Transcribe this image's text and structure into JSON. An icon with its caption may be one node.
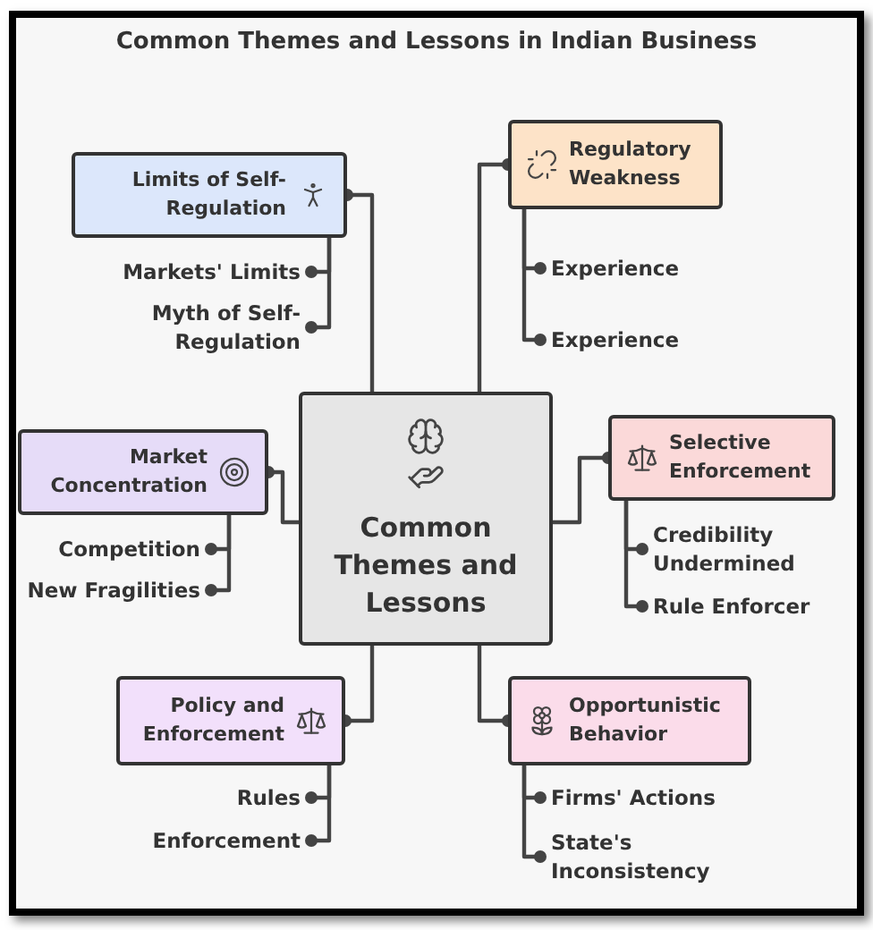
{
  "diagram": {
    "title": "Common Themes and Lessons in Indian Business",
    "nodes": [
      {
        "text": [
          "Common Themes and Lessons"
        ]
      },
      {
        "text": [
          "Limits of Self-Regulation"
        ]
      },
      {
        "text": [
          "Markets' Limits"
        ]
      },
      {
        "text": [
          "Myth of Self-Regulation"
        ]
      },
      {
        "text": [
          "Regulatory Weakness"
        ]
      },
      {
        "text": [
          "Experience"
        ]
      },
      {
        "text": [
          "Experience"
        ]
      },
      {
        "text": [
          "Market Concentration"
        ]
      },
      {
        "text": [
          "Competition"
        ]
      },
      {
        "text": [
          "New Fragilities"
        ]
      },
      {
        "text": [
          "Selective Enforcement"
        ]
      },
      {
        "text": [
          "Credibility Undermined"
        ]
      },
      {
        "text": [
          "Rule Enforcer"
        ]
      },
      {
        "text": [
          "Policy and Enforcement"
        ]
      },
      {
        "text": [
          "Rules"
        ]
      },
      {
        "text": [
          "Enforcement"
        ]
      },
      {
        "text": [
          "Opportunistic Behavior"
        ]
      },
      {
        "text": [
          "Firms' Actions"
        ]
      },
      {
        "text": [
          "State's Inconsistency"
        ]
      }
    ],
    "edges": [
      {
        "from": 0,
        "to": 1,
        "arrow": "other"
      },
      {
        "from": 1,
        "to": 2,
        "arrow": "other"
      },
      {
        "from": 1,
        "to": 3,
        "arrow": "other"
      },
      {
        "from": 0,
        "to": 4,
        "arrow": "other"
      },
      {
        "from": 4,
        "to": 5,
        "arrow": "other"
      },
      {
        "from": 4,
        "to": 6,
        "arrow": "other"
      },
      {
        "from": 0,
        "to": 7,
        "arrow": "other"
      },
      {
        "from": 7,
        "to": 8,
        "arrow": "other"
      },
      {
        "from": 7,
        "to": 9,
        "arrow": "other"
      },
      {
        "from": 0,
        "to": 10,
        "arrow": "other"
      },
      {
        "from": 10,
        "to": 11,
        "arrow": "other"
      },
      {
        "from": 10,
        "to": 12,
        "arrow": "other"
      },
      {
        "from": 0,
        "to": 13,
        "arrow": "other"
      },
      {
        "from": 13,
        "to": 14,
        "arrow": "other"
      },
      {
        "from": 13,
        "to": 15,
        "arrow": "other"
      },
      {
        "from": 0,
        "to": 16,
        "arrow": "other"
      },
      {
        "from": 16,
        "to": 17,
        "arrow": "other"
      },
      {
        "from": 16,
        "to": 18,
        "arrow": "other"
      }
    ]
  }
}
